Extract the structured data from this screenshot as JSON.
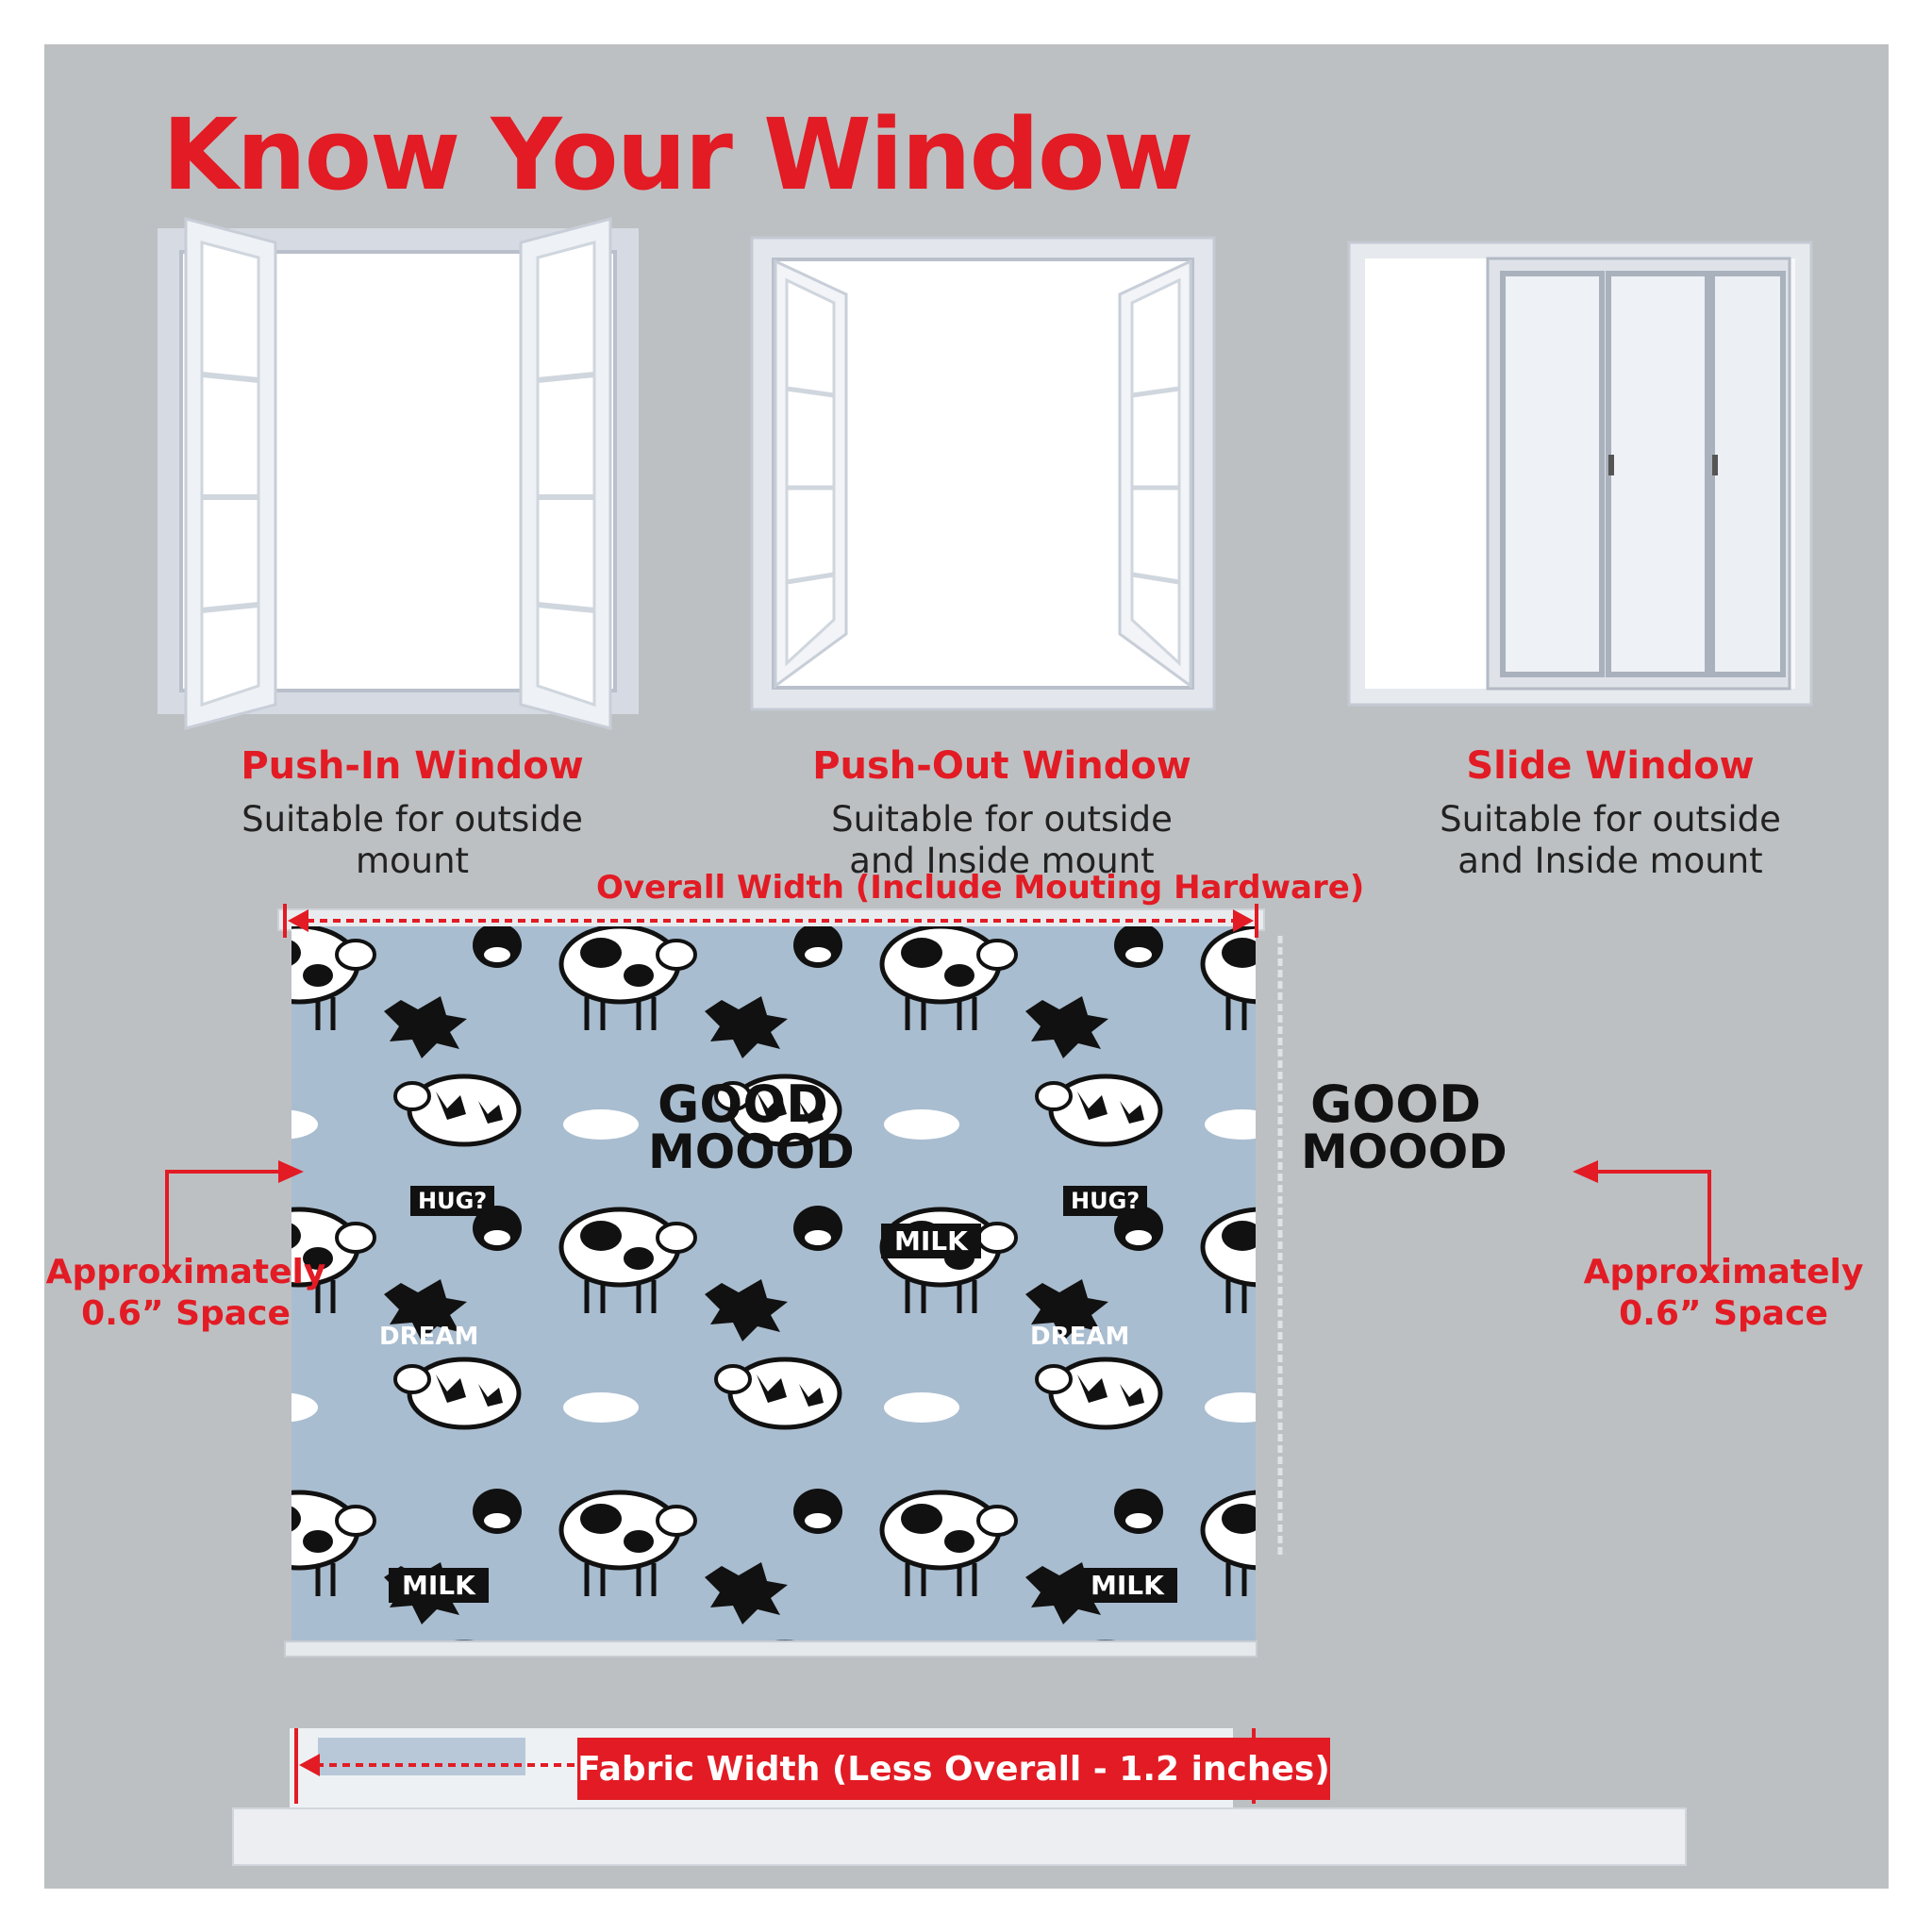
{
  "title": "Know Your Window",
  "windows": [
    {
      "label": "Push-In Window",
      "desc_line1": "Suitable for outside",
      "desc_line2": "mount",
      "illustration": "push-in-window-icon"
    },
    {
      "label": "Push-Out Window",
      "desc_line1": "Suitable for outside",
      "desc_line2": "and Inside mount",
      "illustration": "push-out-window-icon"
    },
    {
      "label": "Slide Window",
      "desc_line1": "Suitable for outside",
      "desc_line2": "and Inside mount",
      "illustration": "slide-window-icon"
    }
  ],
  "blind": {
    "overall_width_label": "Overall Width (Include Mouting Hardware)",
    "fabric_width_label": "Fabric Width (Less Overall - 1.2 inches)",
    "left_space_line1": "Approximately",
    "left_space_line2": "0.6” Space",
    "right_space_line1": "Approximately",
    "right_space_line2": "0.6” Space",
    "pattern_words": [
      "MILK",
      "GOOD",
      "MOOOD",
      "HUG?",
      "DREAM"
    ]
  },
  "colors": {
    "accent": "#e21b24",
    "panel": "#bdc0c2",
    "fabric": "#a9bdd0",
    "frame": "#e6e9ee"
  }
}
